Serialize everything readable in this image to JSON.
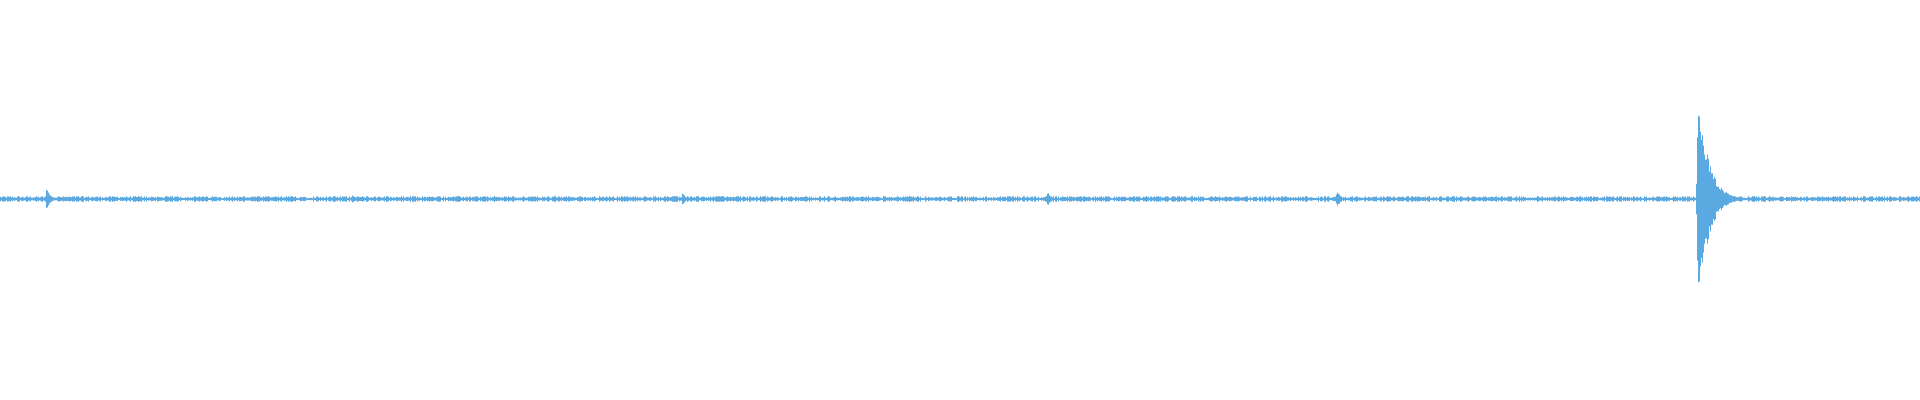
{
  "waveform": {
    "color": "#5aa9e0",
    "baseline_amplitude": 0.012,
    "events": [
      {
        "time": 0.024,
        "amplitude": 0.05
      },
      {
        "time": 0.07,
        "amplitude": 0.015
      },
      {
        "time": 0.183,
        "amplitude": 0.02
      },
      {
        "time": 0.335,
        "amplitude": 0.015
      },
      {
        "time": 0.355,
        "amplitude": 0.03
      },
      {
        "time": 0.545,
        "amplitude": 0.035
      },
      {
        "time": 0.625,
        "amplitude": 0.015
      },
      {
        "time": 0.696,
        "amplitude": 0.04
      },
      {
        "time": 0.723,
        "amplitude": 0.015
      },
      {
        "time": 0.884,
        "amplitude": 0.5
      },
      {
        "time": 0.886,
        "amplitude": 0.32
      },
      {
        "time": 0.888,
        "amplitude": 0.18
      }
    ]
  }
}
